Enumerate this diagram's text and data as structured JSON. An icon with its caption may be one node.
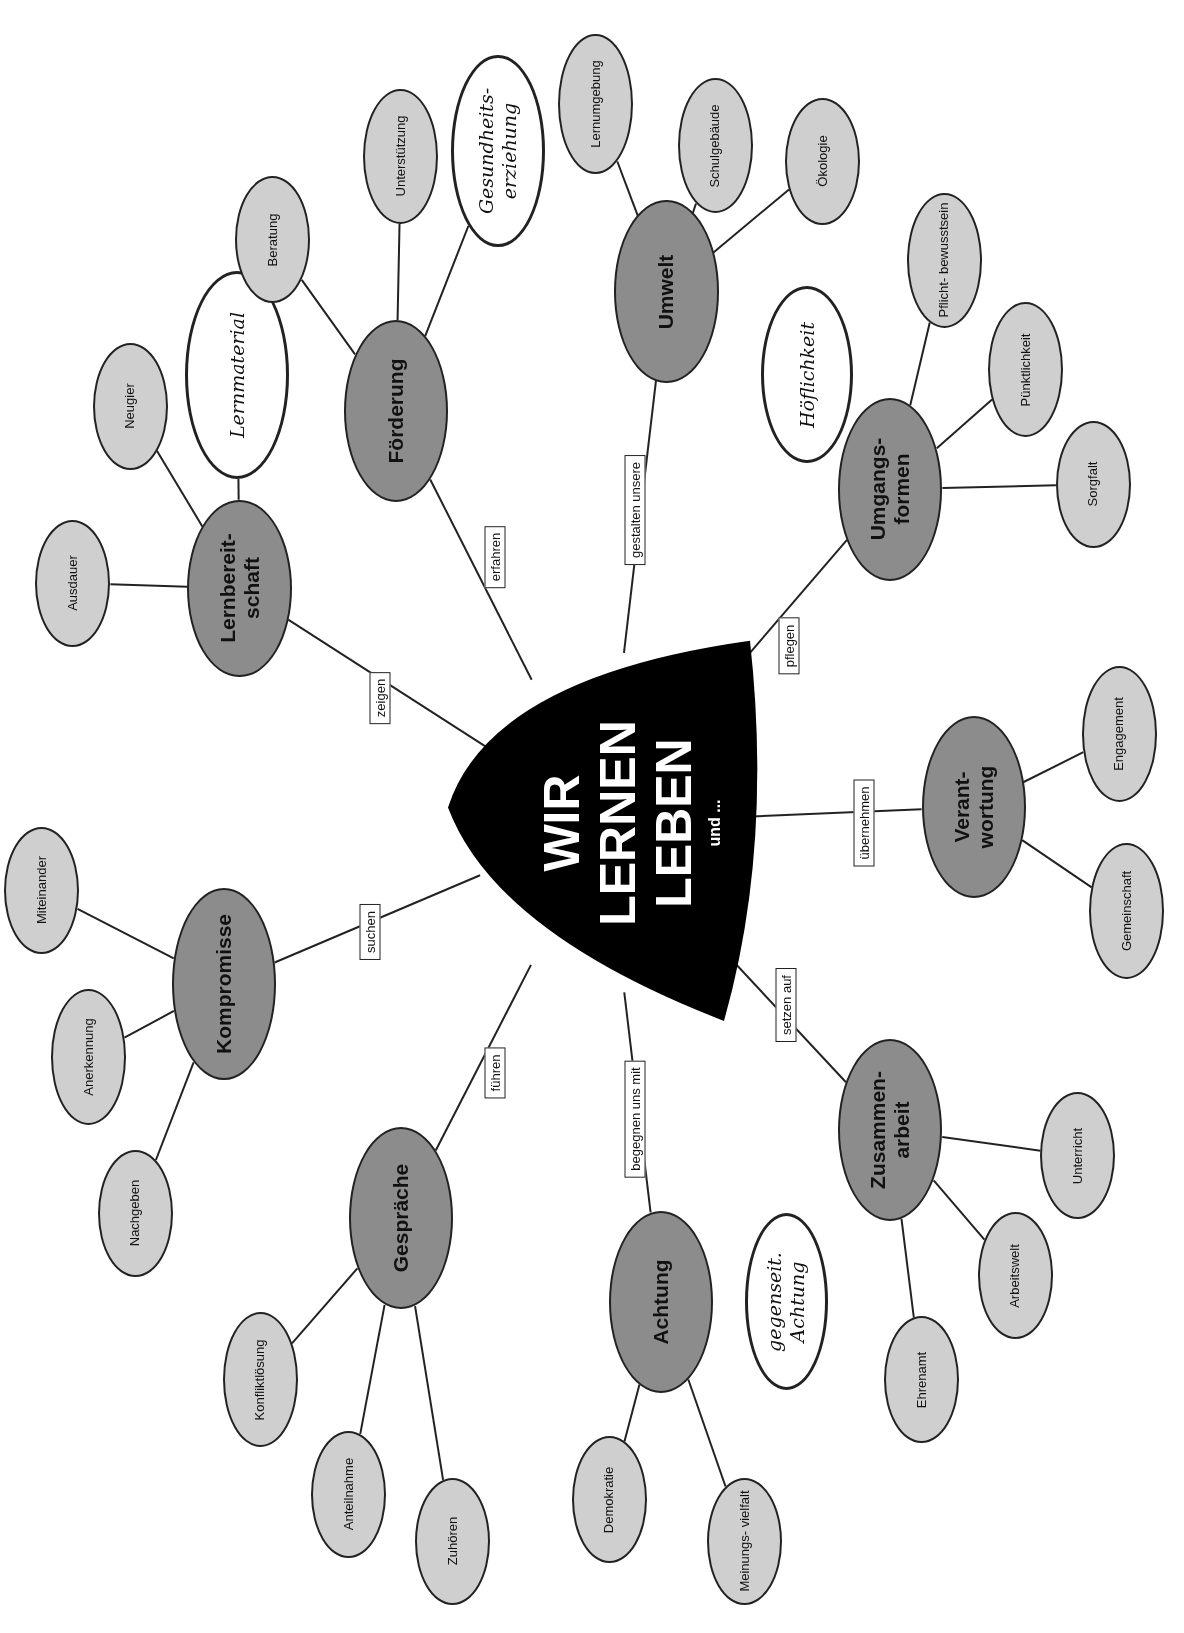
{
  "diagram": {
    "nodes": [
      {
        "text": [
          "WIR LERNEN LEBEN",
          "und ..."
        ]
      },
      {
        "text": [
          "Lernbereit- schaft"
        ]
      },
      {
        "text": [
          "Ausdauer"
        ]
      },
      {
        "text": [
          "Neugier"
        ]
      },
      {
        "text": [
          "Lernmaterial"
        ]
      },
      {
        "text": [
          "Förderung"
        ]
      },
      {
        "text": [
          "Beratung"
        ]
      },
      {
        "text": [
          "Unterstützung"
        ]
      },
      {
        "text": [
          "Gesundheits- erziehung"
        ]
      },
      {
        "text": [
          "Umwelt"
        ]
      },
      {
        "text": [
          "Lernumgebung"
        ]
      },
      {
        "text": [
          "Schulgebäude"
        ]
      },
      {
        "text": [
          "Ökologie"
        ]
      },
      {
        "text": [
          "Umgangs- formen"
        ]
      },
      {
        "text": [
          "Höflichkeit"
        ]
      },
      {
        "text": [
          "Pflicht- bewusstsein"
        ]
      },
      {
        "text": [
          "Pünktlichkeit"
        ]
      },
      {
        "text": [
          "Sorgfalt"
        ]
      },
      {
        "text": [
          "Verant- wortung"
        ]
      },
      {
        "text": [
          "Engagement"
        ]
      },
      {
        "text": [
          "Gemeinschaft"
        ]
      },
      {
        "text": [
          "Zusammen- arbeit"
        ]
      },
      {
        "text": [
          "Unterricht"
        ]
      },
      {
        "text": [
          "Arbeitswelt"
        ]
      },
      {
        "text": [
          "Ehrenamt"
        ]
      },
      {
        "text": [
          "Achtung"
        ]
      },
      {
        "text": [
          "gegenseit. Achtung"
        ]
      },
      {
        "text": [
          "Demokratie"
        ]
      },
      {
        "text": [
          "Meinungs- vielfalt"
        ]
      },
      {
        "text": [
          "Gespräche"
        ]
      },
      {
        "text": [
          "Konfliktlösung"
        ]
      },
      {
        "text": [
          "Anteilnahme"
        ]
      },
      {
        "text": [
          "Zuhören"
        ]
      },
      {
        "text": [
          "Kompromisse"
        ]
      },
      {
        "text": [
          "Miteinander"
        ]
      },
      {
        "text": [
          "Anerkennung"
        ]
      },
      {
        "text": [
          "Nachgeben"
        ]
      }
    ],
    "edges": [
      {
        "from": 0,
        "to": 1,
        "arrow": "none",
        "label": "zeigen"
      },
      {
        "from": 0,
        "to": 5,
        "arrow": "none",
        "label": "erfahren"
      },
      {
        "from": 0,
        "to": 9,
        "arrow": "none",
        "label": "gestalten unsere"
      },
      {
        "from": 0,
        "to": 13,
        "arrow": "none",
        "label": "pflegen"
      },
      {
        "from": 0,
        "to": 18,
        "arrow": "none",
        "label": "übernehmen"
      },
      {
        "from": 0,
        "to": 21,
        "arrow": "none",
        "label": "setzen auf"
      },
      {
        "from": 0,
        "to": 25,
        "arrow": "none",
        "label": "begegnen uns mit"
      },
      {
        "from": 0,
        "to": 29,
        "arrow": "none",
        "label": "führen"
      },
      {
        "from": 0,
        "to": 33,
        "arrow": "none",
        "label": "suchen"
      },
      {
        "from": 1,
        "to": 2,
        "arrow": "none"
      },
      {
        "from": 1,
        "to": 3,
        "arrow": "none"
      },
      {
        "from": 1,
        "to": 4,
        "arrow": "none"
      },
      {
        "from": 5,
        "to": 6,
        "arrow": "none"
      },
      {
        "from": 5,
        "to": 7,
        "arrow": "none"
      },
      {
        "from": 5,
        "to": 8,
        "arrow": "none"
      },
      {
        "from": 9,
        "to": 10,
        "arrow": "none"
      },
      {
        "from": 9,
        "to": 11,
        "arrow": "none"
      },
      {
        "from": 9,
        "to": 12,
        "arrow": "none"
      },
      {
        "from": 13,
        "to": 15,
        "arrow": "none"
      },
      {
        "from": 13,
        "to": 16,
        "arrow": "none"
      },
      {
        "from": 13,
        "to": 17,
        "arrow": "none"
      },
      {
        "from": 18,
        "to": 19,
        "arrow": "none"
      },
      {
        "from": 18,
        "to": 20,
        "arrow": "none"
      },
      {
        "from": 21,
        "to": 22,
        "arrow": "none"
      },
      {
        "from": 21,
        "to": 23,
        "arrow": "none"
      },
      {
        "from": 21,
        "to": 24,
        "arrow": "none"
      },
      {
        "from": 25,
        "to": 27,
        "arrow": "none"
      },
      {
        "from": 25,
        "to": 28,
        "arrow": "none"
      },
      {
        "from": 29,
        "to": 30,
        "arrow": "none"
      },
      {
        "from": 29,
        "to": 31,
        "arrow": "none"
      },
      {
        "from": 29,
        "to": 32,
        "arrow": "none"
      },
      {
        "from": 33,
        "to": 34,
        "arrow": "none"
      },
      {
        "from": 33,
        "to": 35,
        "arrow": "none"
      },
      {
        "from": 33,
        "to": 36,
        "arrow": "none"
      }
    ]
  }
}
